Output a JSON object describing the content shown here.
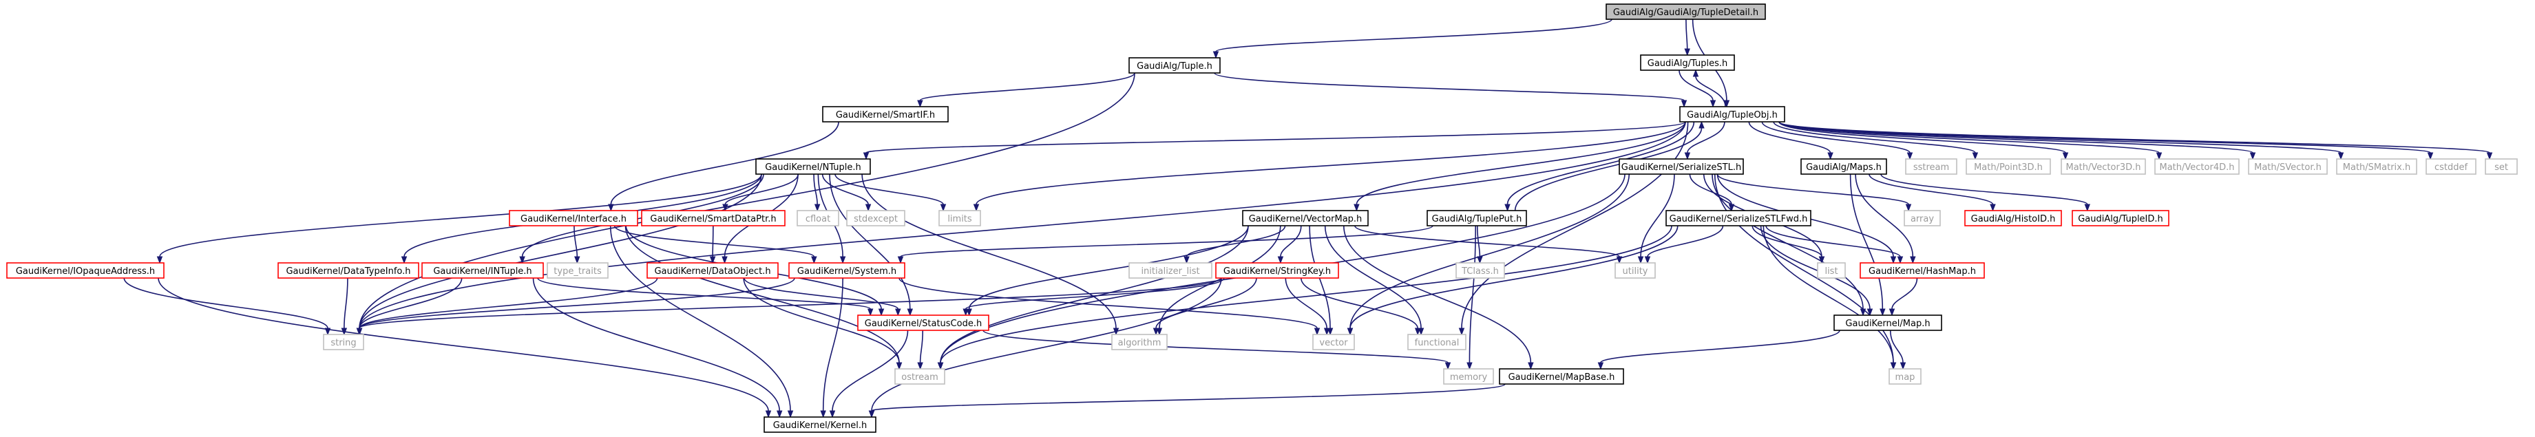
{
  "colors": {
    "edge": "#191970",
    "border_black": "#000000",
    "border_red": "#ff0000",
    "border_gray": "#bfbfbf",
    "fill_root": "#bfbfbf",
    "fill_default": "#ffffff"
  },
  "nodes": {
    "root": {
      "label": "GaudiAlg/GaudiAlg/TupleDetail.h",
      "style": "root"
    },
    "tuple": {
      "label": "GaudiAlg/Tuple.h",
      "style": "black"
    },
    "tuples": {
      "label": "GaudiAlg/Tuples.h",
      "style": "black"
    },
    "tupleobj": {
      "label": "GaudiAlg/TupleObj.h",
      "style": "black"
    },
    "smartif": {
      "label": "GaudiKernel/SmartIF.h",
      "style": "black"
    },
    "ntuple": {
      "label": "GaudiKernel/NTuple.h",
      "style": "black"
    },
    "serializestl": {
      "label": "GaudiKernel/SerializeSTL.h",
      "style": "black"
    },
    "maps": {
      "label": "GaudiAlg/Maps.h",
      "style": "black"
    },
    "sstream": {
      "label": "sstream",
      "style": "gray"
    },
    "point3d": {
      "label": "Math/Point3D.h",
      "style": "gray"
    },
    "vector3d": {
      "label": "Math/Vector3D.h",
      "style": "gray"
    },
    "vector4d": {
      "label": "Math/Vector4D.h",
      "style": "gray"
    },
    "svector": {
      "label": "Math/SVector.h",
      "style": "gray"
    },
    "smatrix": {
      "label": "Math/SMatrix.h",
      "style": "gray"
    },
    "cstddef": {
      "label": "cstddef",
      "style": "gray"
    },
    "set": {
      "label": "set",
      "style": "gray"
    },
    "iopaque": {
      "label": "GaudiKernel/IOpaqueAddress.h",
      "style": "red"
    },
    "datatypeinfo": {
      "label": "GaudiKernel/DataTypeInfo.h",
      "style": "red"
    },
    "interface": {
      "label": "GaudiKernel/Interface.h",
      "style": "red"
    },
    "inuple": {
      "label": "GaudiKernel/INTuple.h",
      "style": "red"
    },
    "typetraits": {
      "label": "type_traits",
      "style": "gray"
    },
    "smartdataptr": {
      "label": "GaudiKernel/SmartDataPtr.h",
      "style": "red"
    },
    "dataobject": {
      "label": "GaudiKernel/DataObject.h",
      "style": "red"
    },
    "system": {
      "label": "GaudiKernel/System.h",
      "style": "red"
    },
    "cfloat": {
      "label": "cfloat",
      "style": "gray"
    },
    "stdexcept": {
      "label": "stdexcept",
      "style": "gray"
    },
    "limits": {
      "label": "limits",
      "style": "gray"
    },
    "vectormap": {
      "label": "GaudiKernel/VectorMap.h",
      "style": "black"
    },
    "tupleput": {
      "label": "GaudiAlg/TuplePut.h",
      "style": "black"
    },
    "initlist": {
      "label": "initializer_list",
      "style": "gray"
    },
    "stringkey": {
      "label": "GaudiKernel/StringKey.h",
      "style": "red"
    },
    "tclass": {
      "label": "TClass.h",
      "style": "gray"
    },
    "statuscode": {
      "label": "GaudiKernel/StatusCode.h",
      "style": "red"
    },
    "string": {
      "label": "string",
      "style": "gray"
    },
    "algorithm": {
      "label": "algorithm",
      "style": "gray"
    },
    "vector": {
      "label": "vector",
      "style": "gray"
    },
    "functional": {
      "label": "functional",
      "style": "gray"
    },
    "utility": {
      "label": "utility",
      "style": "gray"
    },
    "serializestlfwd": {
      "label": "GaudiKernel/SerializeSTLFwd.h",
      "style": "black"
    },
    "array": {
      "label": "array",
      "style": "gray"
    },
    "list": {
      "label": "list",
      "style": "gray"
    },
    "histoid": {
      "label": "GaudiAlg/HistoID.h",
      "style": "red"
    },
    "tupleid": {
      "label": "GaudiAlg/TupleID.h",
      "style": "red"
    },
    "hashmap": {
      "label": "GaudiKernel/HashMap.h",
      "style": "red"
    },
    "map_h": {
      "label": "GaudiKernel/Map.h",
      "style": "black"
    },
    "map": {
      "label": "map",
      "style": "gray"
    },
    "ostream": {
      "label": "ostream",
      "style": "gray"
    },
    "memory": {
      "label": "memory",
      "style": "gray"
    },
    "mapbase": {
      "label": "GaudiKernel/MapBase.h",
      "style": "black"
    },
    "kernel": {
      "label": "GaudiKernel/Kernel.h",
      "style": "black"
    }
  },
  "edges": [
    [
      "root",
      "tuple"
    ],
    [
      "root",
      "tupleobj"
    ],
    [
      "root",
      "tuples"
    ],
    [
      "tuples",
      "tupleobj"
    ],
    [
      "tupleobj",
      "tuples"
    ],
    [
      "tuple",
      "tupleobj"
    ],
    [
      "tuple",
      "smartif"
    ],
    [
      "tuple",
      "string"
    ],
    [
      "smartif",
      "interface"
    ],
    [
      "tupleobj",
      "ntuple"
    ],
    [
      "tupleobj",
      "serializestl"
    ],
    [
      "tupleobj",
      "maps"
    ],
    [
      "tupleobj",
      "tupleput"
    ],
    [
      "tupleobj",
      "vectormap"
    ],
    [
      "tupleobj",
      "sstream"
    ],
    [
      "tupleobj",
      "point3d"
    ],
    [
      "tupleobj",
      "vector3d"
    ],
    [
      "tupleobj",
      "vector4d"
    ],
    [
      "tupleobj",
      "svector"
    ],
    [
      "tupleobj",
      "smatrix"
    ],
    [
      "tupleobj",
      "cstddef"
    ],
    [
      "tupleobj",
      "set"
    ],
    [
      "tupleobj",
      "limits"
    ],
    [
      "tupleobj",
      "functional"
    ],
    [
      "tupleobj",
      "string"
    ],
    [
      "ntuple",
      "iopaque"
    ],
    [
      "ntuple",
      "datatypeinfo"
    ],
    [
      "ntuple",
      "inuple"
    ],
    [
      "ntuple",
      "smartdataptr"
    ],
    [
      "ntuple",
      "dataobject"
    ],
    [
      "ntuple",
      "system"
    ],
    [
      "ntuple",
      "cfloat"
    ],
    [
      "ntuple",
      "stdexcept"
    ],
    [
      "ntuple",
      "limits"
    ],
    [
      "ntuple",
      "string"
    ],
    [
      "ntuple",
      "algorithm"
    ],
    [
      "ntuple",
      "statuscode"
    ],
    [
      "iopaque",
      "string"
    ],
    [
      "iopaque",
      "kernel"
    ],
    [
      "datatypeinfo",
      "string"
    ],
    [
      "interface",
      "typetraits"
    ],
    [
      "interface",
      "statuscode"
    ],
    [
      "interface",
      "system"
    ],
    [
      "interface",
      "ostream"
    ],
    [
      "interface",
      "kernel"
    ],
    [
      "inuple",
      "string"
    ],
    [
      "inuple",
      "statuscode"
    ],
    [
      "inuple",
      "kernel"
    ],
    [
      "smartdataptr",
      "dataobject"
    ],
    [
      "dataobject",
      "string"
    ],
    [
      "dataobject",
      "statuscode"
    ],
    [
      "dataobject",
      "ostream"
    ],
    [
      "system",
      "string"
    ],
    [
      "system",
      "vector"
    ],
    [
      "system",
      "kernel"
    ],
    [
      "statuscode",
      "ostream"
    ],
    [
      "statuscode",
      "memory"
    ],
    [
      "statuscode",
      "kernel"
    ],
    [
      "vectormap",
      "stringkey"
    ],
    [
      "vectormap",
      "initlist"
    ],
    [
      "vectormap",
      "algorithm"
    ],
    [
      "vectormap",
      "vector"
    ],
    [
      "vectormap",
      "functional"
    ],
    [
      "vectormap",
      "utility"
    ],
    [
      "vectormap",
      "ostream"
    ],
    [
      "vectormap",
      "mapbase"
    ],
    [
      "vectormap",
      "statuscode"
    ],
    [
      "stringkey",
      "string"
    ],
    [
      "stringkey",
      "algorithm"
    ],
    [
      "stringkey",
      "vector"
    ],
    [
      "stringkey",
      "functional"
    ],
    [
      "stringkey",
      "kernel"
    ],
    [
      "stringkey",
      "statuscode"
    ],
    [
      "tupleput",
      "tupleobj"
    ],
    [
      "tupleput",
      "tclass"
    ],
    [
      "tupleput",
      "memory"
    ],
    [
      "tupleput",
      "system"
    ],
    [
      "serializestl",
      "serializestlfwd"
    ],
    [
      "serializestl",
      "ostream"
    ],
    [
      "serializestl",
      "vector"
    ],
    [
      "serializestl",
      "list"
    ],
    [
      "serializestl",
      "map"
    ],
    [
      "serializestl",
      "utility"
    ],
    [
      "serializestl",
      "array"
    ],
    [
      "serializestl",
      "hashmap"
    ],
    [
      "serializestl",
      "map_h"
    ],
    [
      "serializestlfwd",
      "hashmap"
    ],
    [
      "serializestlfwd",
      "map_h"
    ],
    [
      "serializestlfwd",
      "list"
    ],
    [
      "serializestlfwd",
      "map"
    ],
    [
      "serializestlfwd",
      "utility"
    ],
    [
      "serializestlfwd",
      "vector"
    ],
    [
      "serializestlfwd",
      "ostream"
    ],
    [
      "maps",
      "histoid"
    ],
    [
      "maps",
      "tupleid"
    ],
    [
      "maps",
      "hashmap"
    ],
    [
      "maps",
      "map_h"
    ],
    [
      "hashmap",
      "map_h"
    ],
    [
      "map_h",
      "map"
    ],
    [
      "map_h",
      "mapbase"
    ],
    [
      "mapbase",
      "kernel"
    ]
  ]
}
